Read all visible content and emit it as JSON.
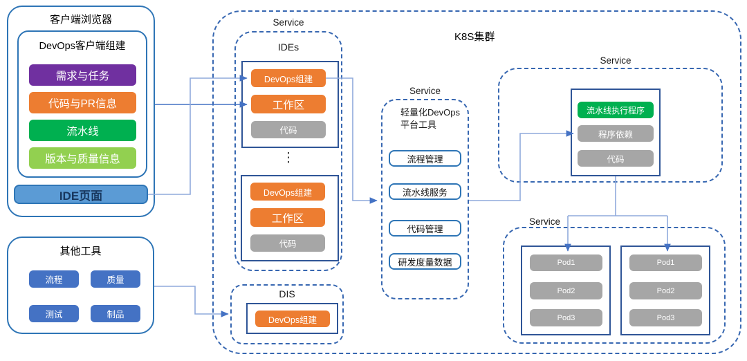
{
  "client_browser": {
    "title": "客户端浏览器",
    "inner_title": "DevOps客户端组建",
    "bars": [
      {
        "label": "需求与任务",
        "color": "#7030A0"
      },
      {
        "label": "代码与PR信息",
        "color": "#ED7D31"
      },
      {
        "label": "流水线",
        "color": "#00B050"
      },
      {
        "label": "版本与质量信息",
        "color": "#92D050"
      }
    ],
    "ide_bar": {
      "label": "IDE页面",
      "bg": "#5B9BD5",
      "text_color": "#17375E"
    }
  },
  "other_tools": {
    "title": "其他工具",
    "buttons": [
      "流程",
      "质量",
      "测试",
      "制品"
    ],
    "button_color": "#4472C4"
  },
  "k8s_cluster": {
    "label": "K8S集群"
  },
  "ides_service": {
    "caption": "Service",
    "title": "IDEs",
    "ellipsis": "⋮",
    "box1": {
      "items": [
        {
          "label": "DevOps组建",
          "color": "#ED7D31"
        },
        {
          "label": "工作区",
          "color": "#ED7D31"
        },
        {
          "label": "代码",
          "color": "#A6A6A6"
        }
      ]
    },
    "box2": {
      "items": [
        {
          "label": "DevOps组建",
          "color": "#ED7D31"
        },
        {
          "label": "工作区",
          "color": "#ED7D31"
        },
        {
          "label": "代码",
          "color": "#A6A6A6"
        }
      ]
    }
  },
  "dis_service": {
    "title": "DIS",
    "item": {
      "label": "DevOps组建",
      "color": "#ED7D31"
    }
  },
  "platform_service": {
    "caption": "Service",
    "title_line1": "轻量化DevOps",
    "title_line2": "平台工具",
    "items": [
      "流程管理",
      "流水线服务",
      "代码管理",
      "研发度量数据"
    ]
  },
  "executor_service": {
    "caption": "Service",
    "items": [
      {
        "label": "流水线执行程序",
        "color": "#00B050"
      },
      {
        "label": "程序依赖",
        "color": "#A6A6A6"
      },
      {
        "label": "代码",
        "color": "#A6A6A6"
      }
    ]
  },
  "pods_service": {
    "caption": "Service",
    "left_pods": [
      "Pod1",
      "Pod2",
      "Pod3"
    ],
    "right_pods": [
      "Pod1",
      "Pod2",
      "Pod3"
    ]
  },
  "colors": {
    "dashed_border": "#3767B1",
    "solid_border": "#2F5597",
    "rounded_border": "#2E75B6",
    "connector_light": "#8FAADC",
    "connector_dark": "#4472C4"
  }
}
